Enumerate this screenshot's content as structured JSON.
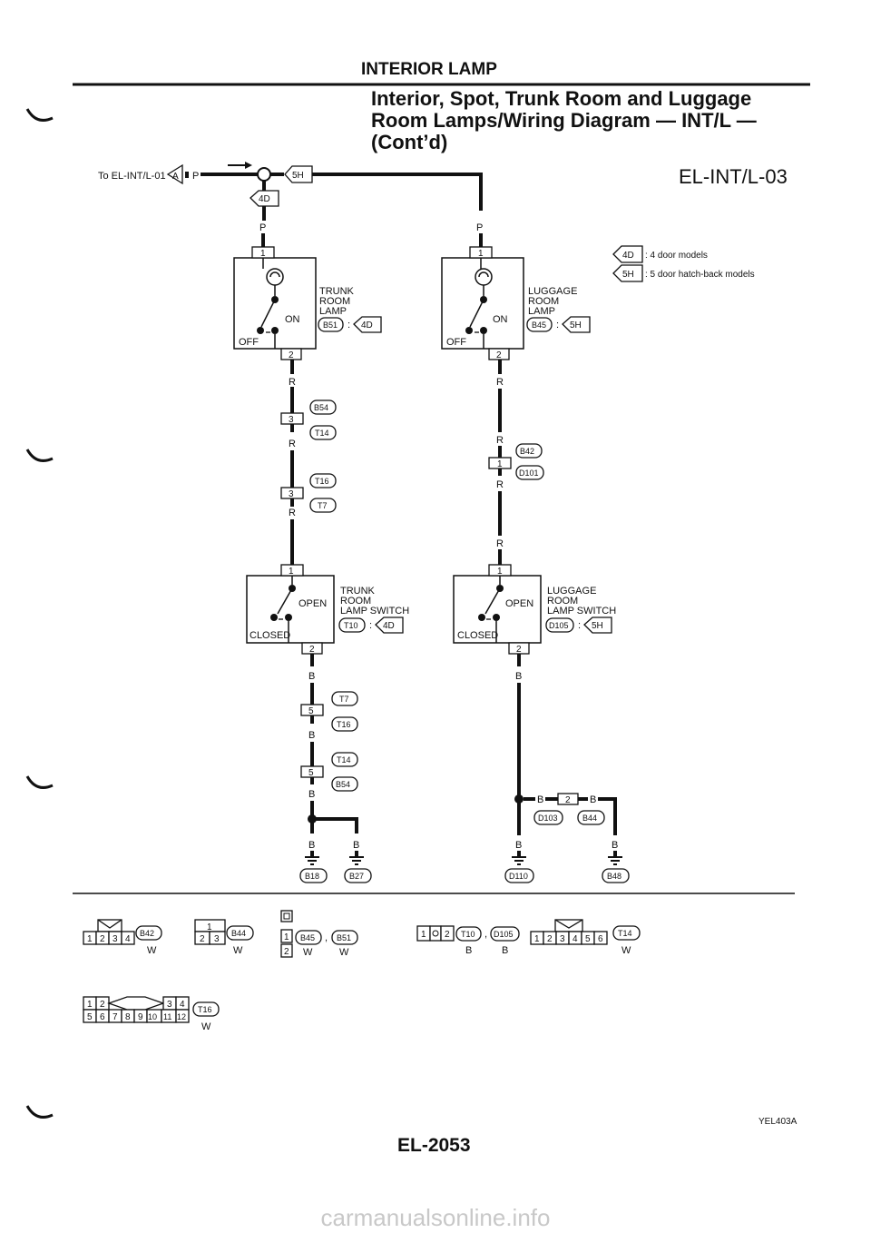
{
  "page": {
    "section": "INTERIOR LAMP",
    "title_line1": "Interior, Spot, Trunk Room and Luggage",
    "title_line2": "Room Lamps/Wiring Diagram — INT/L —",
    "title_line3": "(Cont’d)",
    "diagram_code": "EL-INT/L-03",
    "figure_code": "YEL403A",
    "page_number": "EL-2053",
    "watermark": "carmanualsonline.info"
  },
  "top_wire": {
    "ref_text": "To EL-INT/L-01",
    "connector_label": "A",
    "color": "P",
    "option_5h": "5H",
    "option_4d": "4D"
  },
  "legend": [
    {
      "code": "4D",
      "text": ": 4 door models"
    },
    {
      "code": "5H",
      "text": ": 5 door hatch-back models"
    }
  ],
  "left": {
    "wire_p": "P",
    "lamp_pin1": "1",
    "lamp_name": [
      "TRUNK",
      "ROOM",
      "LAMP"
    ],
    "lamp_conn": "B51",
    "lamp_opt": "4D",
    "on": "ON",
    "off": "OFF",
    "lamp_pin2": "2",
    "r1": "R",
    "j1_pin": "3",
    "j1_a": "B54",
    "j1_b": "T14",
    "r2": "R",
    "j2_pin": "3",
    "j2_a": "T16",
    "j2_b": "T7",
    "r3": "R",
    "sw_pin1": "1",
    "sw_name": [
      "TRUNK",
      "ROOM",
      "LAMP SWITCH"
    ],
    "sw_conn": "T10",
    "sw_opt": "4D",
    "open": "OPEN",
    "closed": "CLOSED",
    "sw_pin2": "2",
    "b1": "B",
    "j3_pin": "5",
    "j3_a": "T7",
    "j3_b": "T16",
    "b2": "B",
    "j4_pin": "5",
    "j4_a": "T14",
    "j4_b": "B54",
    "b3": "B",
    "gnd1_color": "B",
    "gnd2_color": "B",
    "gnd1": "B18",
    "gnd2": "B27"
  },
  "right": {
    "wire_p": "P",
    "lamp_pin1": "1",
    "lamp_name": [
      "LUGGAGE",
      "ROOM",
      "LAMP"
    ],
    "lamp_conn": "B45",
    "lamp_opt": "5H",
    "on": "ON",
    "off": "OFF",
    "lamp_pin2": "2",
    "r1": "R",
    "r2": "R",
    "j1_pin": "1",
    "j1_a": "B42",
    "j1_b": "D101",
    "r3": "R",
    "r4": "R",
    "sw_pin1": "1",
    "sw_name": [
      "LUGGAGE",
      "ROOM",
      "LAMP SWITCH"
    ],
    "sw_conn": "D105",
    "sw_opt": "5H",
    "open": "OPEN",
    "closed": "CLOSED",
    "sw_pin2": "2",
    "b1": "B",
    "jb_b1": "B",
    "jb_pin": "2",
    "jb_b2": "B",
    "jb_conn1": "D103",
    "jb_conn2": "B44",
    "gnd1_color": "B",
    "gnd2_color": "B",
    "gnd1": "D110",
    "gnd2": "B48"
  },
  "connectors": [
    {
      "pins": [
        "1",
        "2",
        "3",
        "4"
      ],
      "code": "B42",
      "color": "W"
    },
    {
      "pins": [
        "1",
        "2",
        "3"
      ],
      "code": "B44",
      "color": "W"
    },
    {
      "pins": [
        "1",
        "2"
      ],
      "code": "B45",
      "code2": "B51",
      "color": "W",
      "color2": "W"
    },
    {
      "pins": [
        "1",
        "2"
      ],
      "code": "T10",
      "code2": "D105",
      "color": "B",
      "color2": "B"
    },
    {
      "pins": [
        "1",
        "2",
        "3",
        "4",
        "5",
        "6"
      ],
      "code": "T14",
      "color": "W"
    },
    {
      "pins": [
        "1",
        "2",
        "3",
        "4",
        "5",
        "6",
        "7",
        "8",
        "9",
        "10",
        "11",
        "12"
      ],
      "code": "T16",
      "color": "W"
    }
  ],
  "colors": {
    "ink": "#111111",
    "paper": "#ffffff"
  }
}
